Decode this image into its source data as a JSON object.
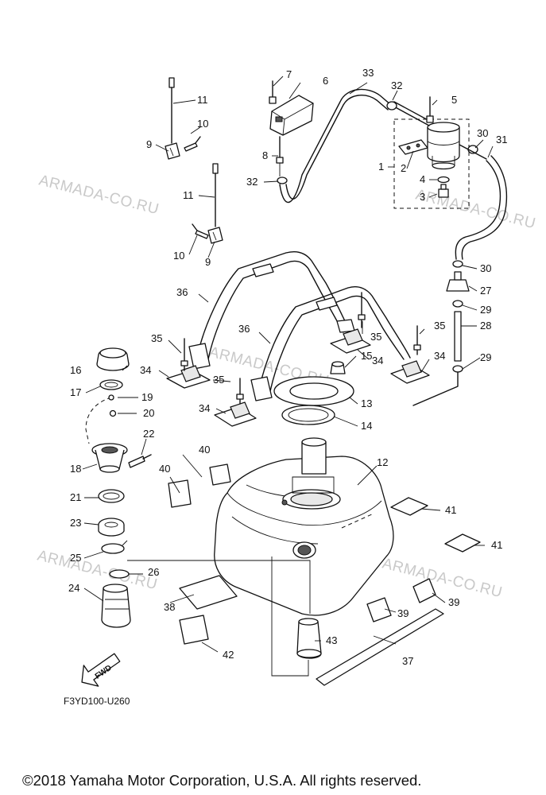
{
  "watermark": "ARMADA-CO.RU",
  "diagram_code": "F3YD100-U260",
  "copyright": "©2018 Yamaha Motor Corporation, U.S.A. All rights reserved.",
  "fwd_label": "FWD",
  "callouts": {
    "c1": "1",
    "c2": "2",
    "c3": "3",
    "c4": "4",
    "c5": "5",
    "c6": "6",
    "c7": "7",
    "c8": "8",
    "c9a": "9",
    "c9b": "9",
    "c10a": "10",
    "c10b": "10",
    "c11a": "11",
    "c11b": "11",
    "c12": "12",
    "c13": "13",
    "c14": "14",
    "c15": "15",
    "c16": "16",
    "c17": "17",
    "c18": "18",
    "c19": "19",
    "c20": "20",
    "c21": "21",
    "c22": "22",
    "c23": "23",
    "c24": "24",
    "c25": "25",
    "c26": "26",
    "c27": "27",
    "c28": "28",
    "c29a": "29",
    "c29b": "29",
    "c30a": "30",
    "c30b": "30",
    "c31": "31",
    "c32a": "32",
    "c32b": "32",
    "c33": "33",
    "c34a": "34",
    "c34b": "34",
    "c34c": "34",
    "c34d": "34",
    "c35a": "35",
    "c35b": "35",
    "c35c": "35",
    "c35d": "35",
    "c36a": "36",
    "c36b": "36",
    "c37": "37",
    "c38": "38",
    "c39a": "39",
    "c39b": "39",
    "c40a": "40",
    "c40b": "40",
    "c41a": "41",
    "c41b": "41",
    "c42": "42",
    "c43": "43"
  }
}
